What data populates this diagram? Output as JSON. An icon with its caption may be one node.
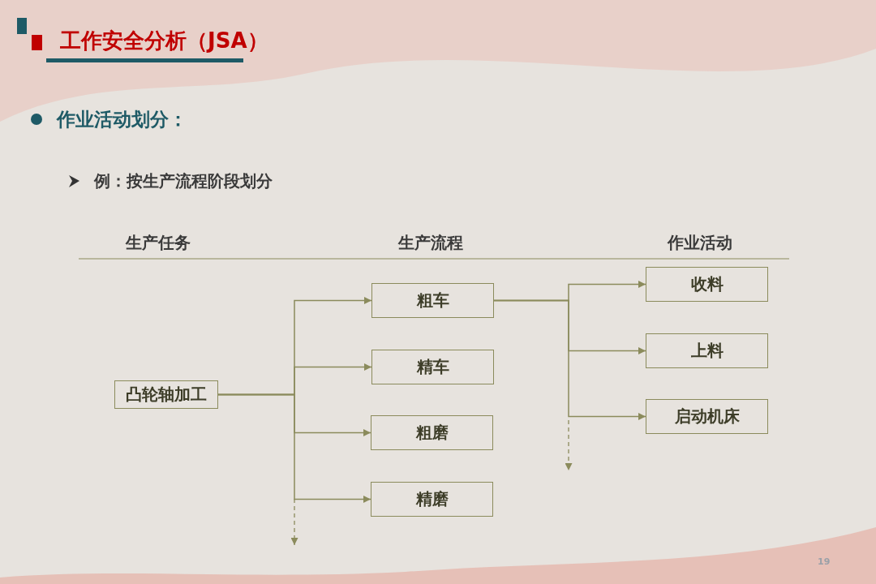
{
  "diagram": {
    "title": "工作安全分析（JSA）",
    "nodes": [
      {
        "text": [
          "凸轮轴加工"
        ]
      },
      {
        "text": [
          "粗车"
        ]
      },
      {
        "text": [
          "精车"
        ]
      },
      {
        "text": [
          "粗磨"
        ]
      },
      {
        "text": [
          "精磨"
        ]
      },
      {
        "text": [
          "收料"
        ]
      },
      {
        "text": [
          "上料"
        ]
      },
      {
        "text": [
          "启动机床"
        ]
      }
    ],
    "edges": [
      {
        "from": 0,
        "to": 1,
        "arrow": "to"
      },
      {
        "from": 0,
        "to": 2,
        "arrow": "to"
      },
      {
        "from": 0,
        "to": 3,
        "arrow": "to"
      },
      {
        "from": 0,
        "to": 4,
        "arrow": "to"
      },
      {
        "from": 1,
        "to": 5,
        "arrow": "to"
      },
      {
        "from": 1,
        "to": 6,
        "arrow": "to"
      },
      {
        "from": 1,
        "to": 7,
        "arrow": "to"
      }
    ],
    "labels": [
      "作业活动划分：",
      "例：按生产流程阶段划分",
      "生产任务",
      "生产流程",
      "作业活动",
      "19"
    ]
  }
}
